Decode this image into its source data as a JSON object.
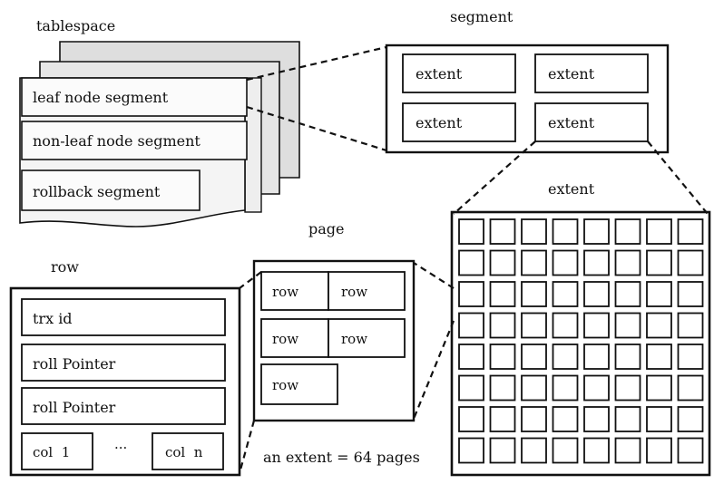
{
  "labels": {
    "tablespace": "tablespace",
    "segment": "segment",
    "extent": "extent",
    "page": "page",
    "row": "row",
    "extent_note": "an extent = 64 pages"
  },
  "tablespace": {
    "segments": [
      "leaf node segment",
      "non-leaf node segment",
      "rollback segment"
    ]
  },
  "segment_box": {
    "extents": [
      "extent",
      "extent",
      "extent",
      "extent"
    ]
  },
  "extent_box": {
    "grid_rows": 8,
    "grid_cols": 8
  },
  "page_box": {
    "rows": [
      "row",
      "row",
      "row",
      "row",
      "row"
    ]
  },
  "row_box": {
    "fields": [
      "trx id",
      "roll Pointer",
      "roll Pointer"
    ],
    "col_first": "col  1",
    "ellipsis": "···",
    "col_last": "col  n"
  },
  "colors": {
    "stroke": "#111111",
    "layer_fill": "#dedede",
    "layer_fill_light": "#eeeeee",
    "box_fill": "#ffffff"
  }
}
